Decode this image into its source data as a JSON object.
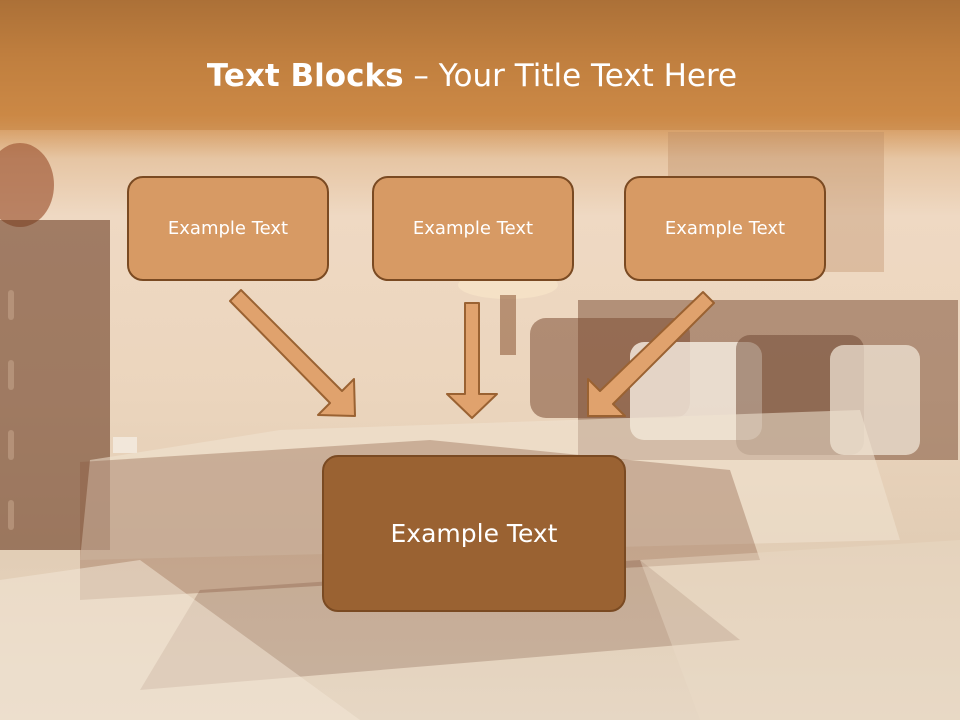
{
  "slide": {
    "title_bold": "Text Blocks",
    "title_sep": " – ",
    "title_rest": "Your Title Text Here"
  },
  "blocks": {
    "top": [
      "Example Text",
      "Example Text",
      "Example Text"
    ],
    "main": "Example Text"
  },
  "colors": {
    "header": "#c8843f",
    "box_light": "#d79a64",
    "box_dark": "#9a6232",
    "border": "#7a4a22",
    "arrow": "#e0a26d"
  }
}
